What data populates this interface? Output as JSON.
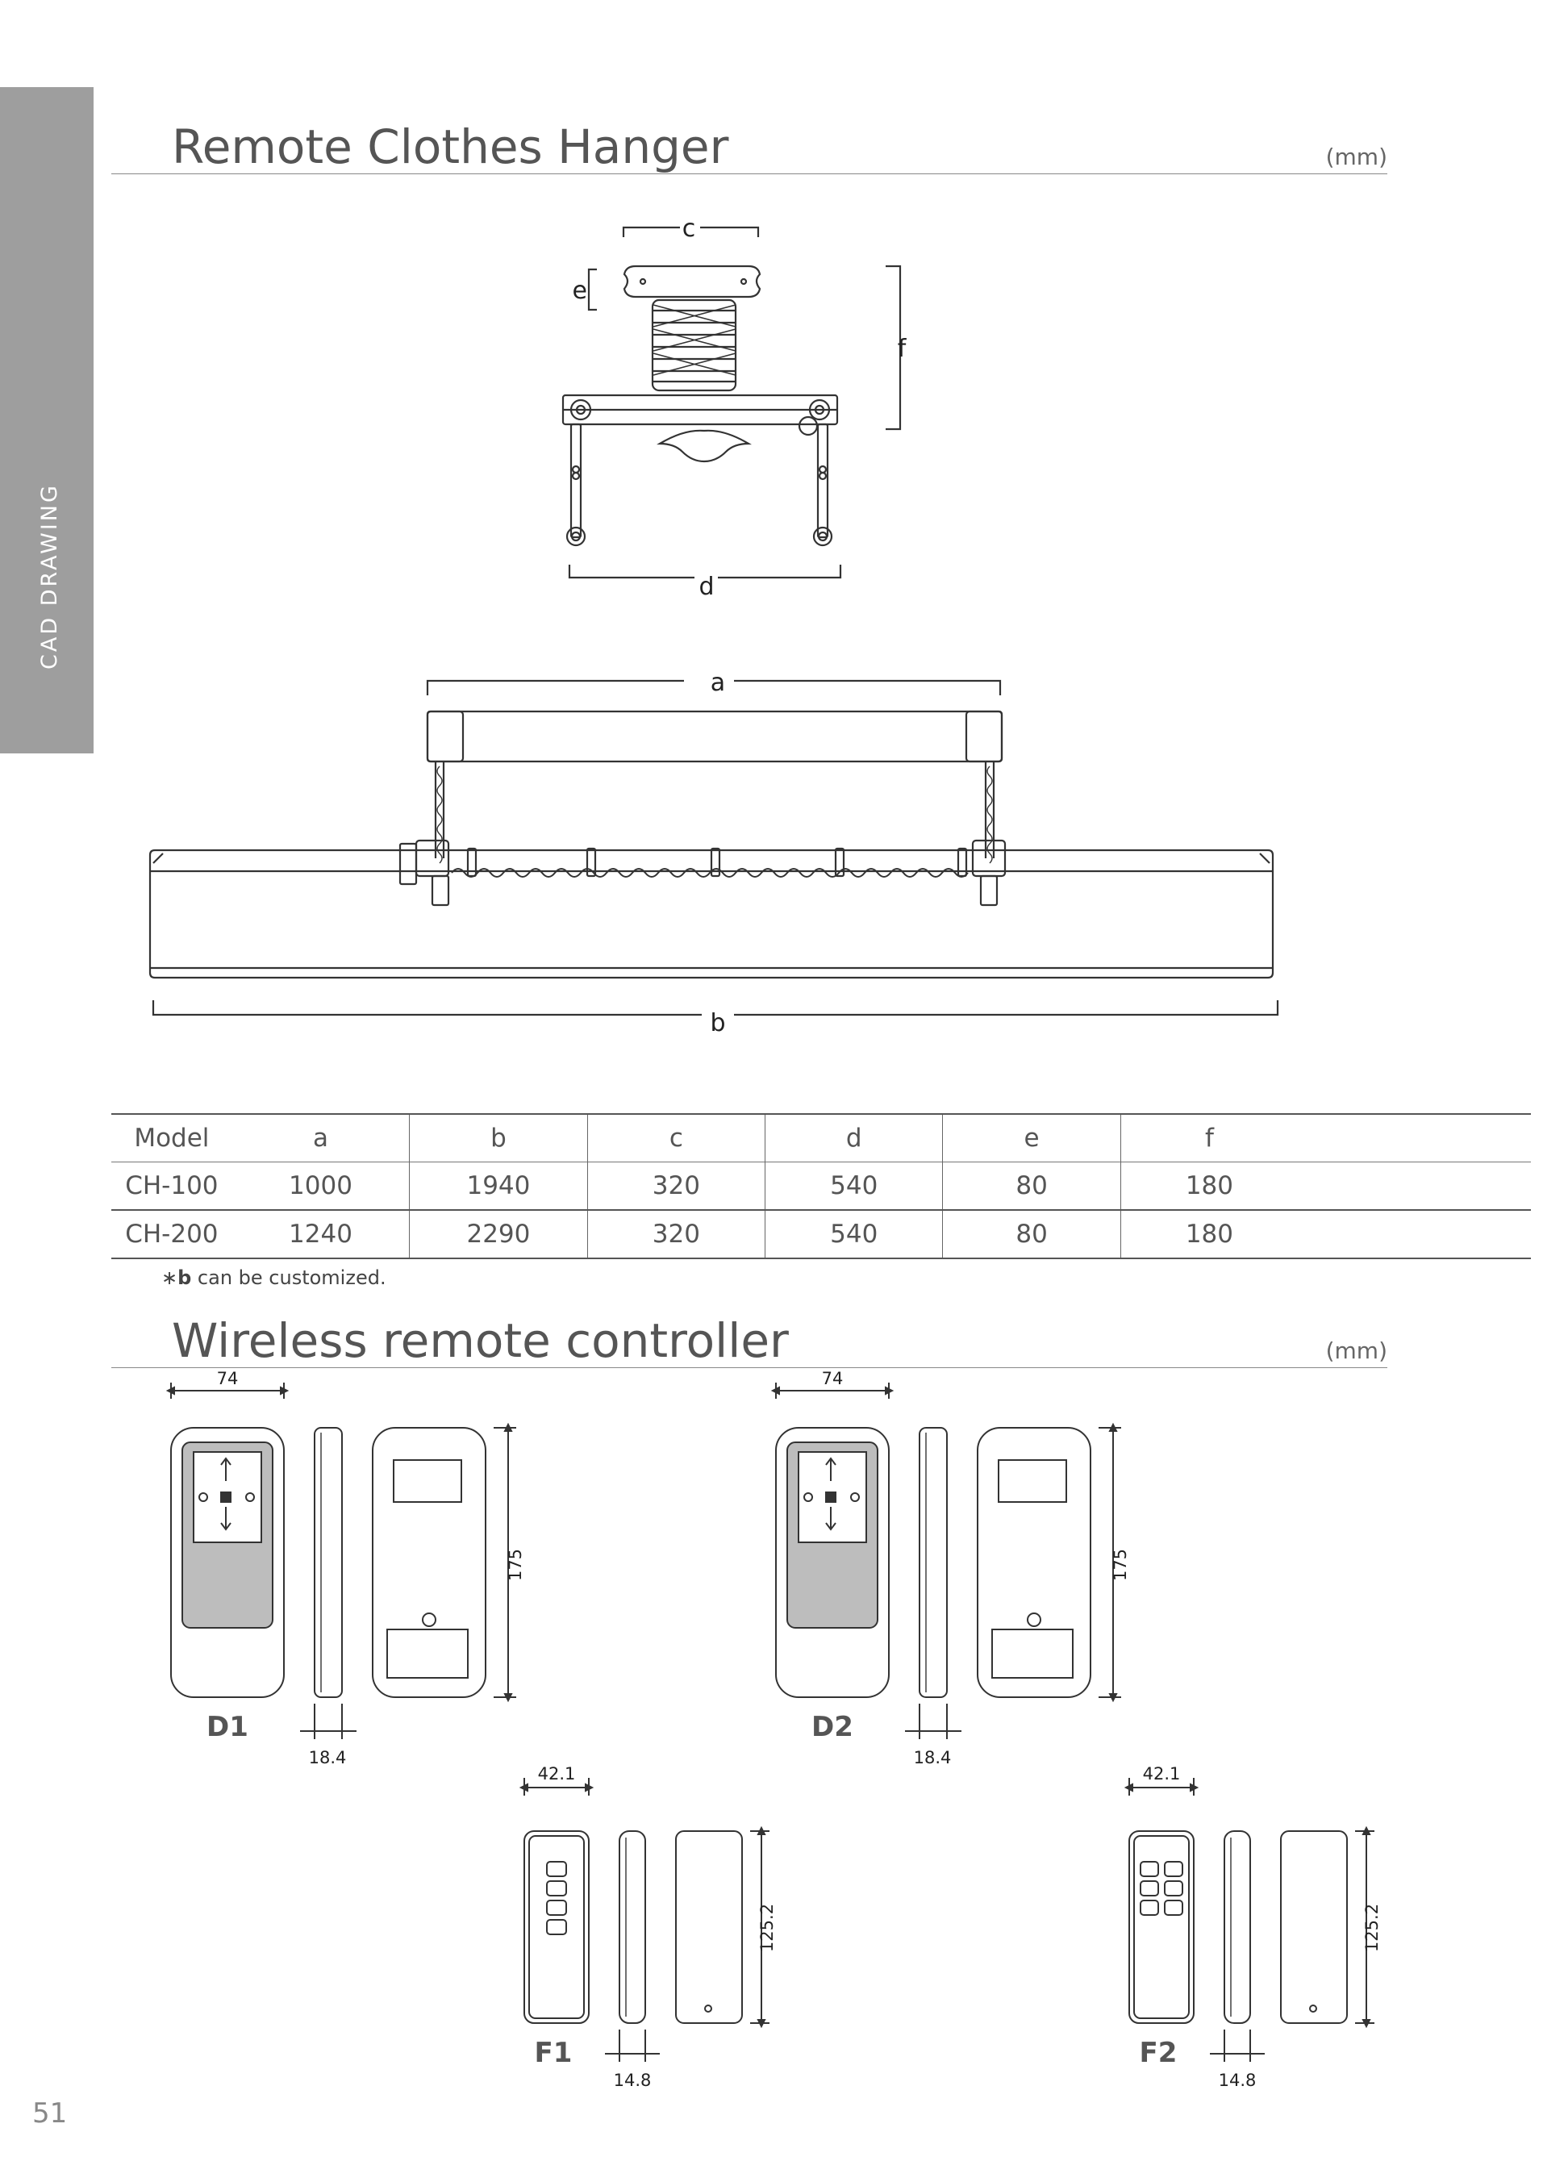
{
  "sidebar": {
    "label": "CAD DRAWING"
  },
  "section1": {
    "title": "Remote Clothes Hanger",
    "unit": "(mm)"
  },
  "dims": {
    "a": "a",
    "b": "b",
    "c": "c",
    "d": "d",
    "e": "e",
    "f": "f"
  },
  "table": {
    "headers": [
      "Model",
      "a",
      "b",
      "c",
      "d",
      "e",
      "f"
    ],
    "rows": [
      [
        "CH-100",
        "1000",
        "1940",
        "320",
        "540",
        "80",
        "180"
      ],
      [
        "CH-200",
        "1240",
        "2290",
        "320",
        "540",
        "80",
        "180"
      ]
    ]
  },
  "note": {
    "symbol": "∗",
    "bold": "b",
    "text": " can be customized."
  },
  "section2": {
    "title": "Wireless remote controller",
    "unit": "(mm)"
  },
  "remotes": {
    "d1": {
      "label": "D1",
      "width": "74",
      "height": "175",
      "depth": "18.4"
    },
    "d2": {
      "label": "D2",
      "width": "74",
      "height": "175",
      "depth": "18.4"
    },
    "f1": {
      "label": "F1",
      "width": "42.1",
      "height": "125.2",
      "depth": "14.8"
    },
    "f2": {
      "label": "F2",
      "width": "42.1",
      "height": "125.2",
      "depth": "14.8"
    }
  },
  "page": {
    "number": "51"
  }
}
